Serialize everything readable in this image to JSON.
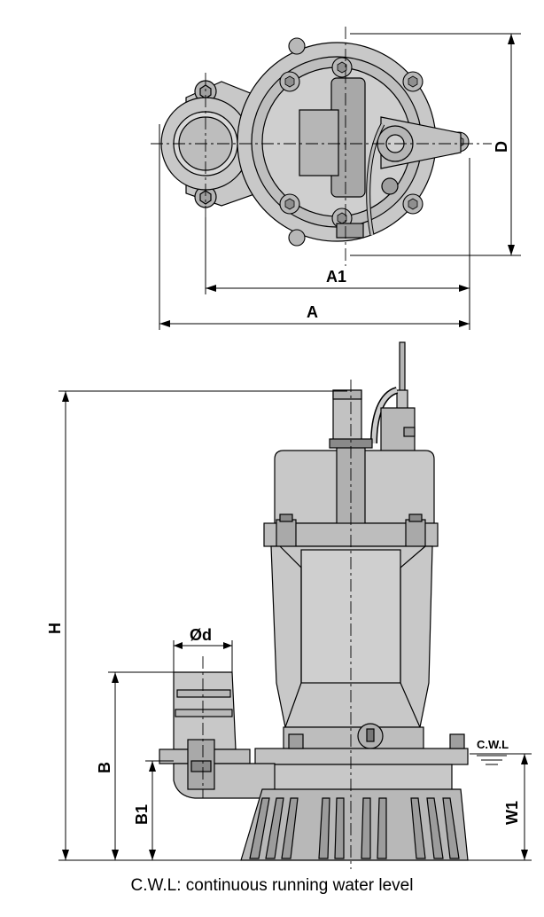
{
  "labels": {
    "A1": "A1",
    "A": "A",
    "D": "D",
    "H": "H",
    "Od": "Ød",
    "B": "B",
    "B1": "B1",
    "W1": "W1",
    "CWL": "C.W.L"
  },
  "caption": "C.W.L: continuous running water level",
  "colors": {
    "body": "#c8c8c8",
    "body_dark": "#a9a9a9",
    "body_light": "#dcdcdc",
    "line": "#000000"
  }
}
